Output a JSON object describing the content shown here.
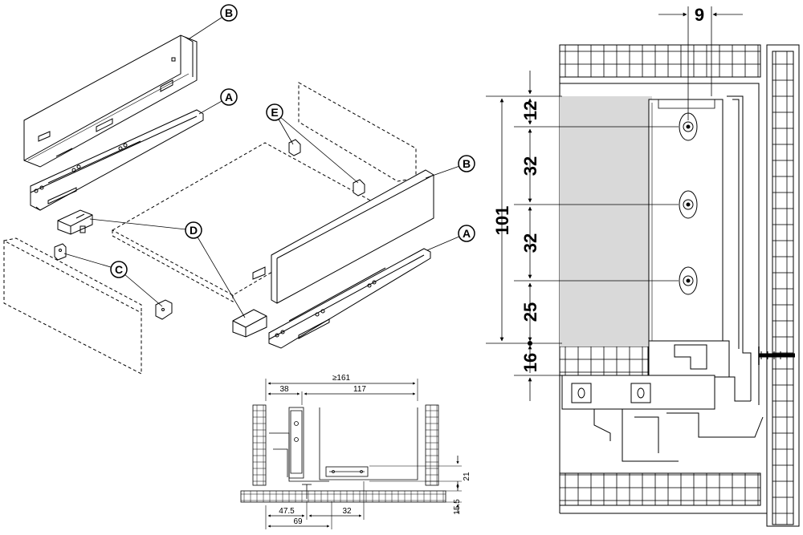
{
  "exploded_view": {
    "callouts": [
      {
        "id": "B_top",
        "letter": "B"
      },
      {
        "id": "A_top",
        "letter": "A"
      },
      {
        "id": "E",
        "letter": "E"
      },
      {
        "id": "B_right",
        "letter": "B"
      },
      {
        "id": "A_right",
        "letter": "A"
      },
      {
        "id": "D",
        "letter": "D"
      },
      {
        "id": "C",
        "letter": "C"
      }
    ]
  },
  "section_view": {
    "dims": {
      "overall": "≥161",
      "left_offset": "38",
      "inner_width": "117",
      "bottom_1": "47.5",
      "bottom_2": "32",
      "bottom_3": "69",
      "height_1": "21",
      "height_2": "15.5"
    }
  },
  "detail_view": {
    "dims": {
      "top_width": "9",
      "d12": "12",
      "d32a": "32",
      "d101": "101",
      "d32b": "32",
      "d25": "25",
      "d16": "16"
    }
  }
}
